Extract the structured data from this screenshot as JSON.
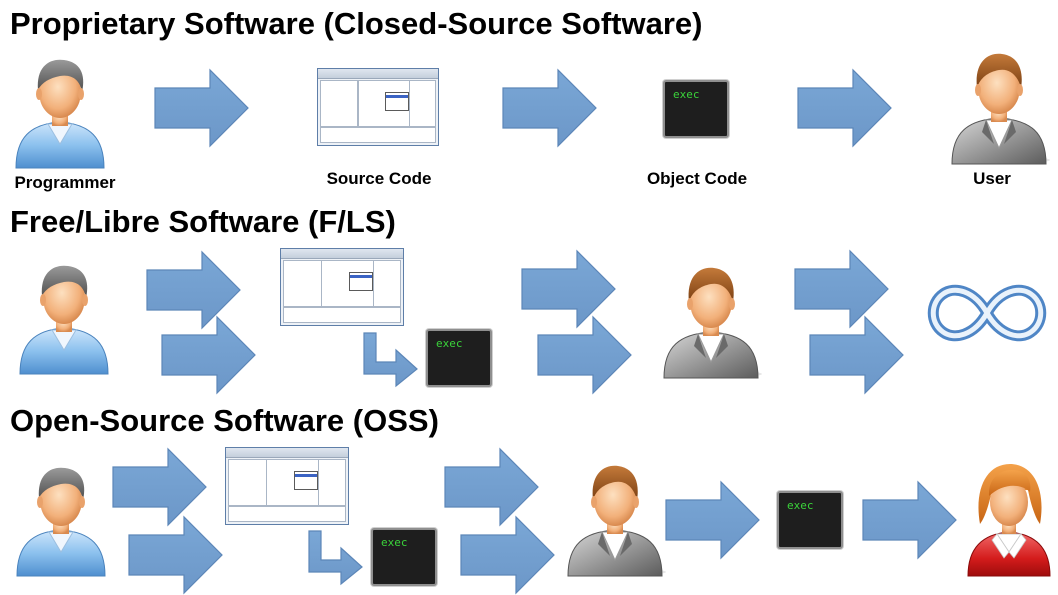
{
  "sections": {
    "proprietary": {
      "title": "Proprietary Software (Closed-Source Software)"
    },
    "free_libre": {
      "title": "Free/Libre Software (F/LS)"
    },
    "open_source": {
      "title": "Open-Source Software (OSS)"
    }
  },
  "captions": {
    "programmer": "Programmer",
    "source_code": "Source Code",
    "object_code": "Object Code",
    "user": "User"
  },
  "object_code_label": "exec",
  "icons": {
    "programmer": "programmer-person-icon",
    "user_male": "user-person-icon",
    "user_female": "female-user-person-icon",
    "source_code": "source-code-screenshot-icon",
    "object_code": "exec-terminal-icon",
    "infinity": "infinity-icon",
    "arrow": "right-arrow-icon"
  },
  "colors": {
    "arrow_fill": "#729fcf",
    "arrow_stroke": "#5c86b8",
    "terminal_bg": "#1e1e1e",
    "terminal_text": "#3ad33a",
    "infinity": "#7fb0dd"
  }
}
